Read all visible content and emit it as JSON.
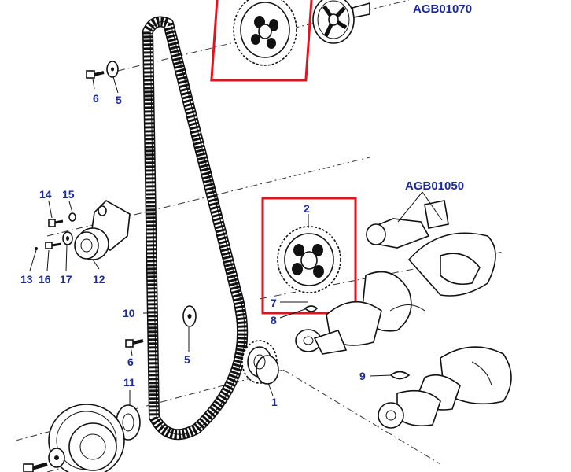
{
  "diagram": {
    "reference_codes": {
      "top": "AGB01070",
      "middle": "AGB01050"
    },
    "callouts": {
      "c1": "1",
      "c2": "2",
      "c5a": "5",
      "c5b": "5",
      "c6a": "6",
      "c6b": "6",
      "c7": "7",
      "c8": "8",
      "c9": "9",
      "c10": "10",
      "c11": "11",
      "c12": "12",
      "c13": "13",
      "c14": "14",
      "c15": "15",
      "c16": "16",
      "c17": "17"
    },
    "colors": {
      "callout_text": "#1a2a9c",
      "highlight_box": "#e0141e",
      "line_art": "#111111"
    },
    "highlights": [
      "camshaft-pulley",
      "crankshaft-sprocket-2"
    ]
  }
}
